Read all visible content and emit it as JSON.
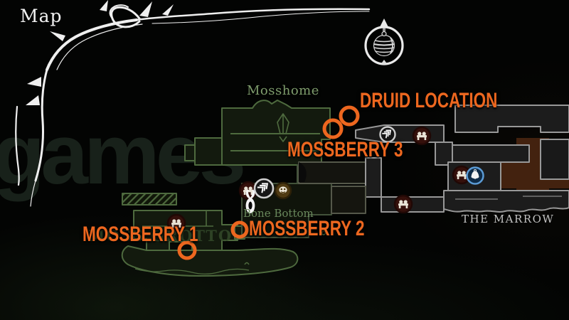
{
  "title": "Map",
  "areas": {
    "mosshome": "Mosshome",
    "bone_bottom": "Bone Bottom",
    "the_marrow": "THE MARROW",
    "moss_grotto": "MOSS GROTTO"
  },
  "markers": [
    {
      "id": "druid-location",
      "label": "DRUID LOCATION"
    },
    {
      "id": "mossberry-3",
      "label": "MOSSBERRY 3"
    },
    {
      "id": "mossberry-2",
      "label": "MOSSBERRY 2"
    },
    {
      "id": "mossberry-1",
      "label": "MOSSBERRY 1"
    }
  ],
  "watermark": {
    "text": "games",
    "plus": "+"
  },
  "icons": {
    "compass": "spool-compass-icon",
    "bench": "bench-icon",
    "bellway": "bellway-chevron-icon",
    "merchant": "merchant-face-icon",
    "bell_station": "bell-station-icon",
    "player": "player-position-icon",
    "gem": "spool-gem-icon",
    "flourish": "corner-flourish"
  },
  "colors": {
    "marker_orange": "#ED671F",
    "map_green_outline": "#4e6a3e",
    "map_gray_outline": "#9a9a9a",
    "area_text_green": "#7e9c6c",
    "marrow_text_gray": "#c2c2c2",
    "bench_maroon": "#35100b",
    "bell_blue": "#5b9bd5",
    "watermark_green": "#1a241c",
    "watermark_plus": "#4a2611"
  }
}
